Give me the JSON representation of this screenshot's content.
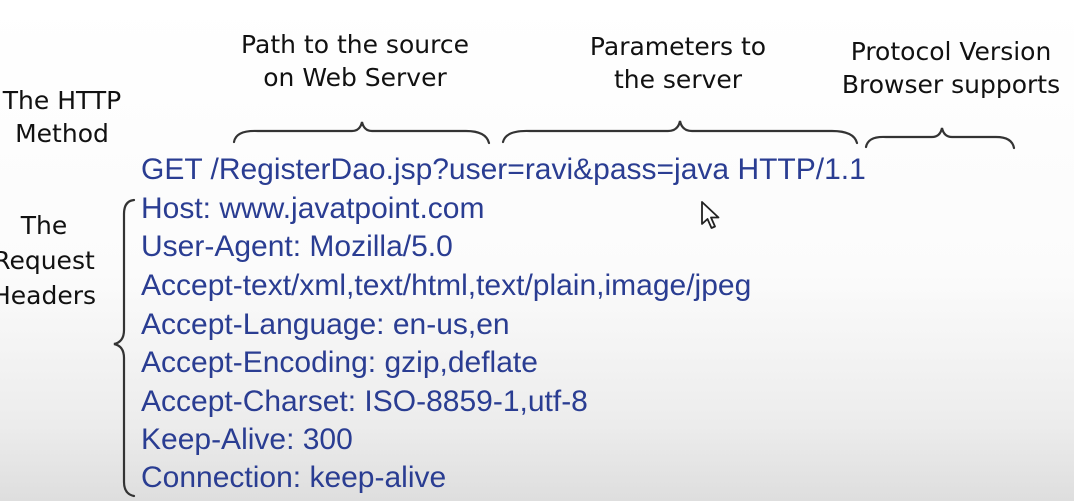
{
  "annotations": {
    "path": [
      "Path to the source",
      "on Web Server"
    ],
    "params": [
      "Parameters to",
      "the server"
    ],
    "protocol": [
      "Protocol Version",
      "Browser supports"
    ],
    "method": [
      "The HTTP",
      "Method"
    ],
    "headers": [
      "The",
      "Request",
      "Headers"
    ]
  },
  "request_line": {
    "method": "GET",
    "path": "/RegisterDao.jsp",
    "query": "?user=ravi&pass=java",
    "protocol": "HTTP/1.1"
  },
  "headers": [
    "Host: www.javatpoint.com",
    "User-Agent: Mozilla/5.0",
    "Accept-text/xml,text/html,text/plain,image/jpeg",
    "Accept-Language: en-us,en",
    "Accept-Encoding: gzip,deflate",
    "Accept-Charset: ISO-8859-1,utf-8",
    "Keep-Alive: 300",
    "Connection: keep-alive"
  ],
  "colors": {
    "code_text": "#2a3d92",
    "annotation_text": "#111111",
    "brace": "#333333"
  },
  "icons": {
    "cursor": "mouse-pointer-icon"
  }
}
